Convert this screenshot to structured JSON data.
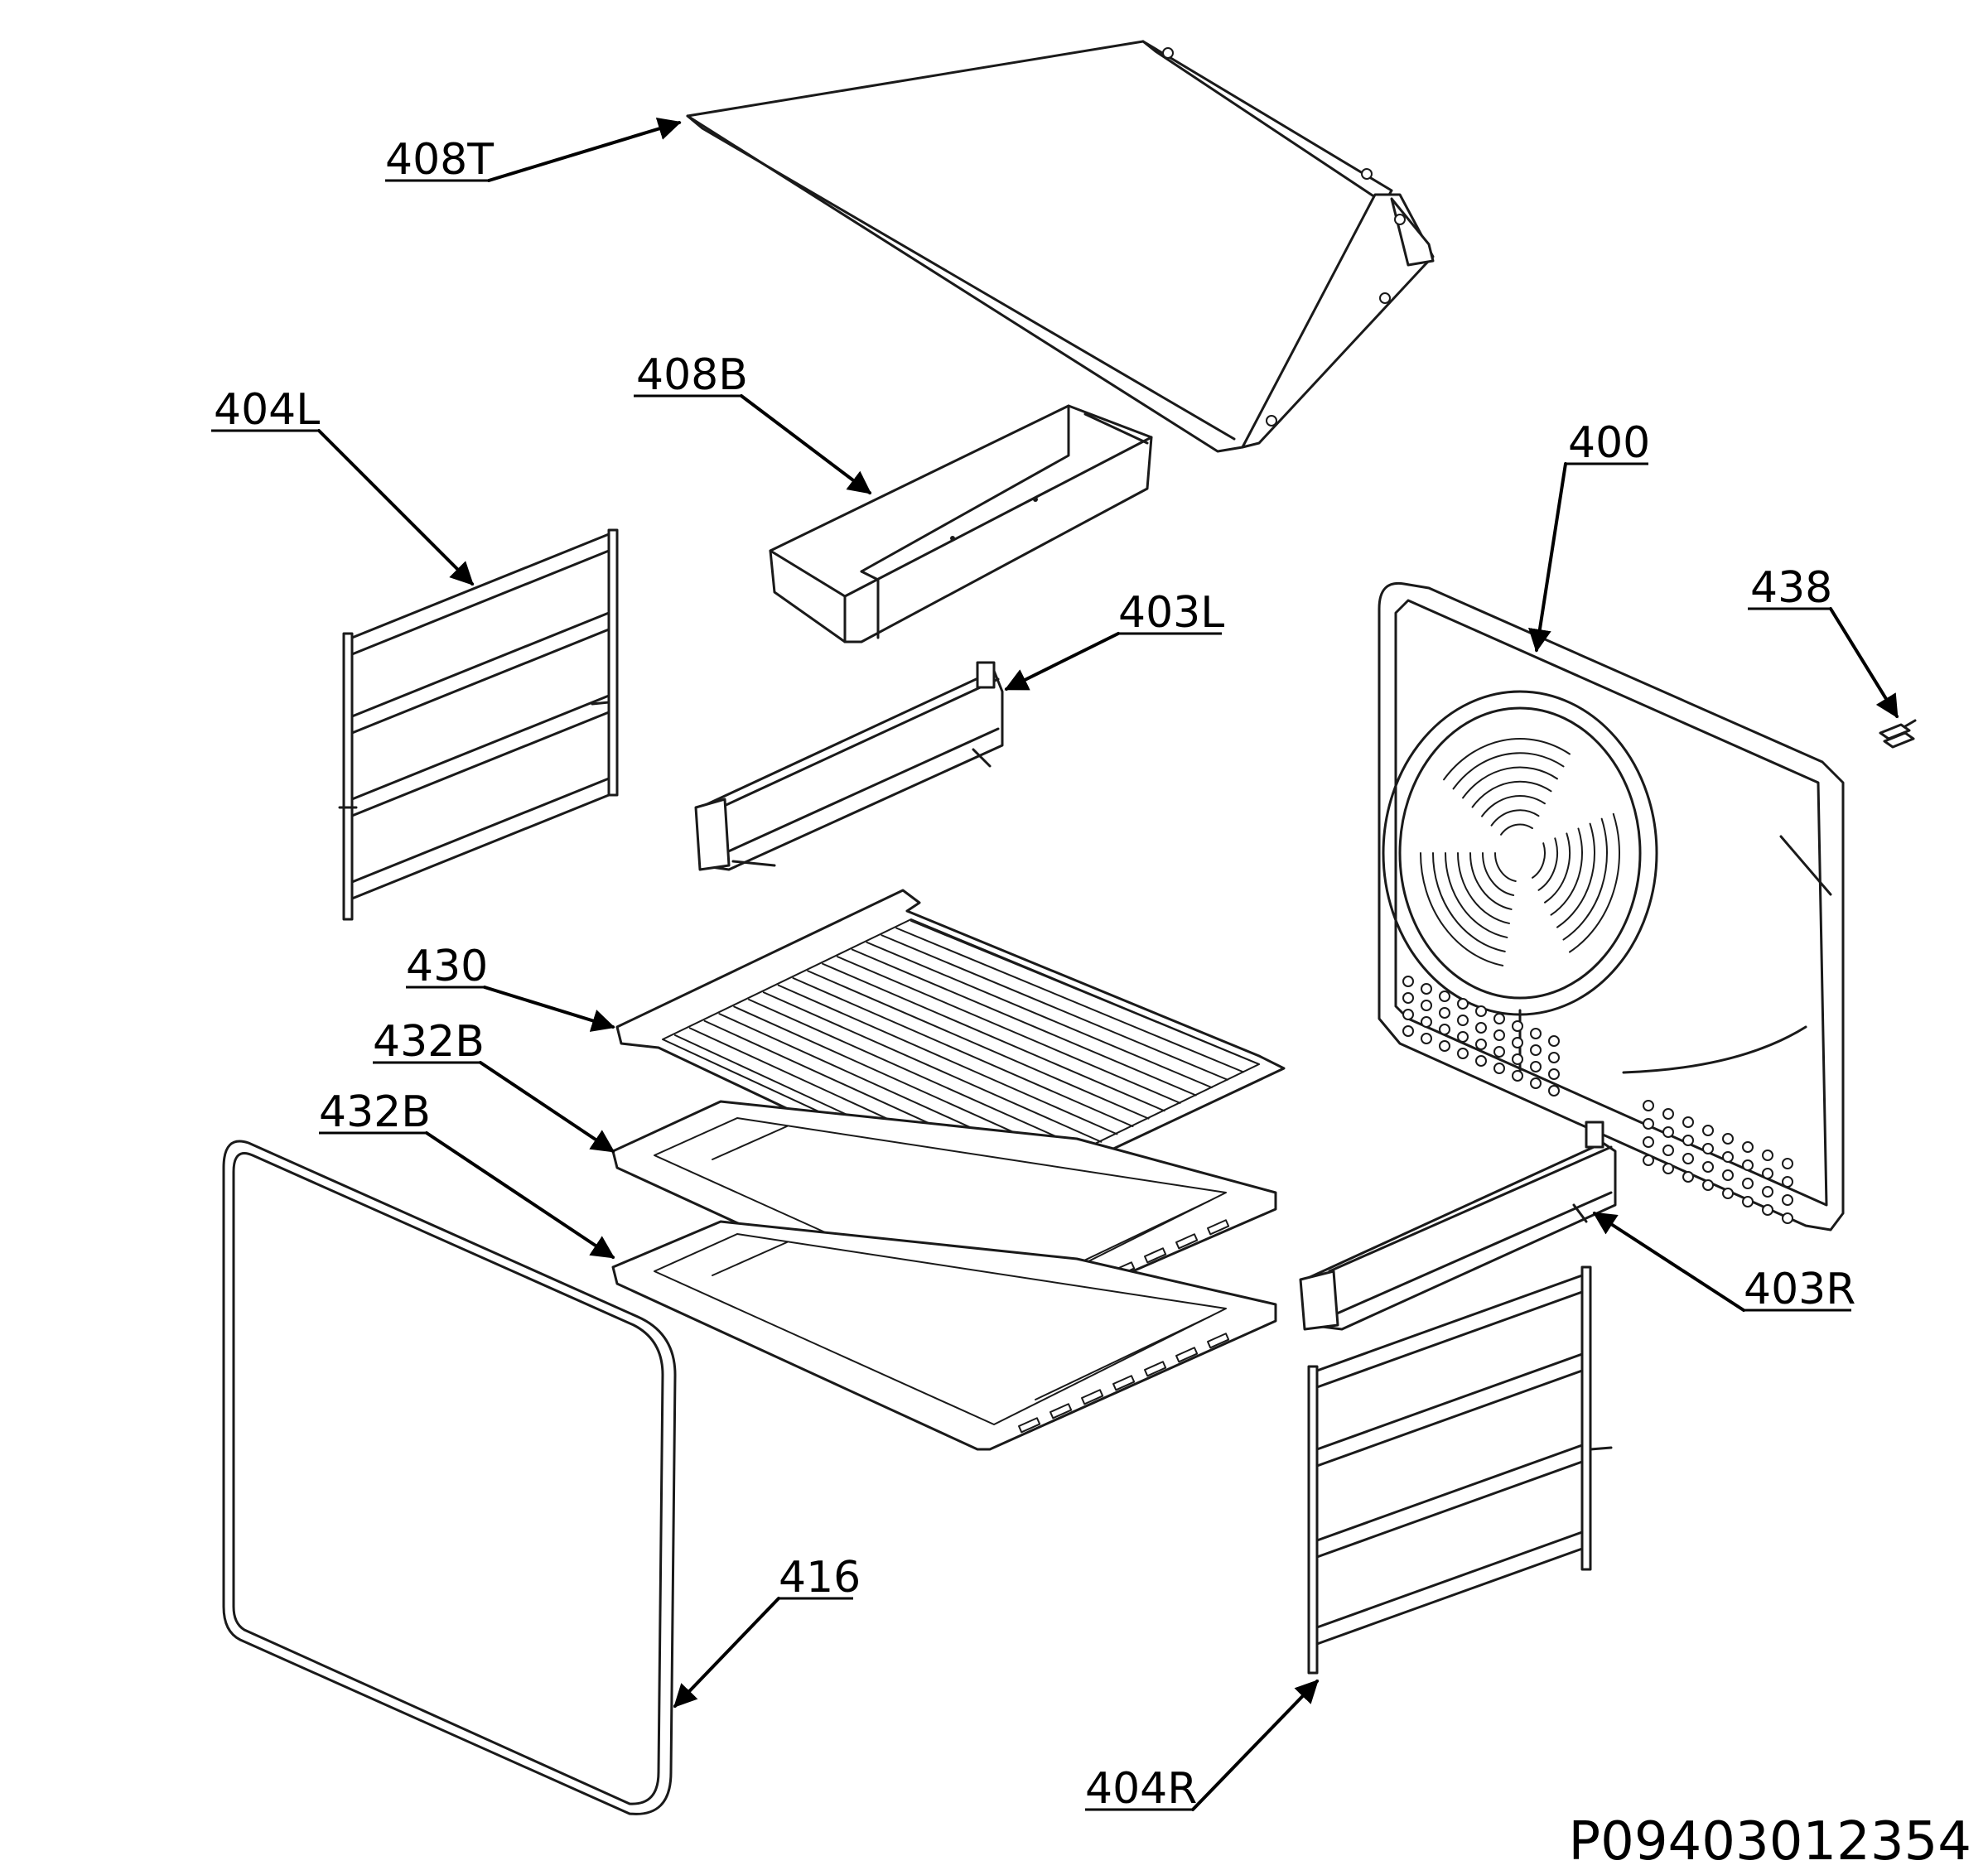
{
  "diagram": {
    "document_code": "P09403012354",
    "callouts": [
      {
        "id": "408T",
        "text": "408T"
      },
      {
        "id": "408B",
        "text": "408B"
      },
      {
        "id": "404L",
        "text": "404L"
      },
      {
        "id": "400",
        "text": "400"
      },
      {
        "id": "438",
        "text": "438"
      },
      {
        "id": "403L",
        "text": "403L"
      },
      {
        "id": "430",
        "text": "430"
      },
      {
        "id": "432B-upper",
        "text": "432B"
      },
      {
        "id": "432B-lower",
        "text": "432B"
      },
      {
        "id": "403R",
        "text": "403R"
      },
      {
        "id": "416",
        "text": "416"
      },
      {
        "id": "404R",
        "text": "404R"
      }
    ]
  },
  "colors": {
    "line": "#1a1a1a",
    "background": "#ffffff"
  }
}
